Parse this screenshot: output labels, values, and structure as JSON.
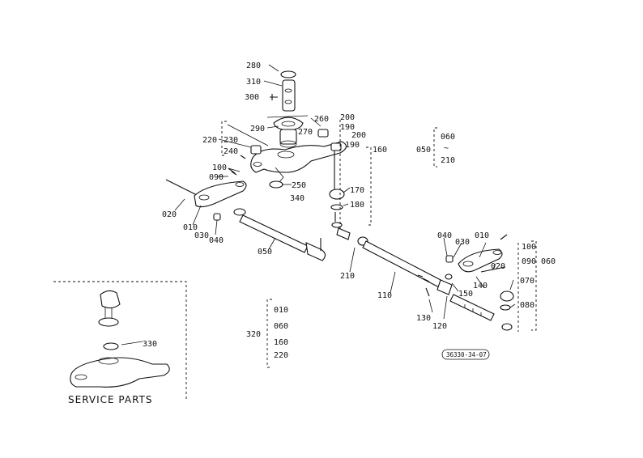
{
  "labels": {
    "l280": "280",
    "l310": "310",
    "l300": "300",
    "l290": "290",
    "l270": "270",
    "l260": "260",
    "l200a": "200",
    "l190a": "190",
    "l200b": "200",
    "l190b": "190",
    "l160": "160",
    "l220": "220",
    "l230": "230",
    "l240": "240",
    "l100a": "100",
    "l090a": "090",
    "l250": "250",
    "l340": "340",
    "l020a": "020",
    "l010a": "010",
    "l030a": "030",
    "l040a": "040",
    "l170": "170",
    "l180": "180",
    "l050": "050",
    "l210a": "210",
    "l110": "110",
    "l040b": "040",
    "l030b": "030",
    "l010b": "010",
    "l100b": "100",
    "l020b": "020",
    "l090b": "090",
    "l060": "060",
    "l140": "140",
    "l150": "150",
    "l070": "070",
    "l080": "080",
    "l130": "130",
    "l120": "120",
    "l330": "330"
  },
  "group_050": {
    "name": "050",
    "top": "060",
    "tilde": "~",
    "bottom": "210"
  },
  "group_320": {
    "name": "320",
    "items": [
      "010",
      "060",
      "160",
      "220"
    ]
  },
  "service_parts": "SERVICE  PARTS",
  "drawing_code": "36330-34-07"
}
